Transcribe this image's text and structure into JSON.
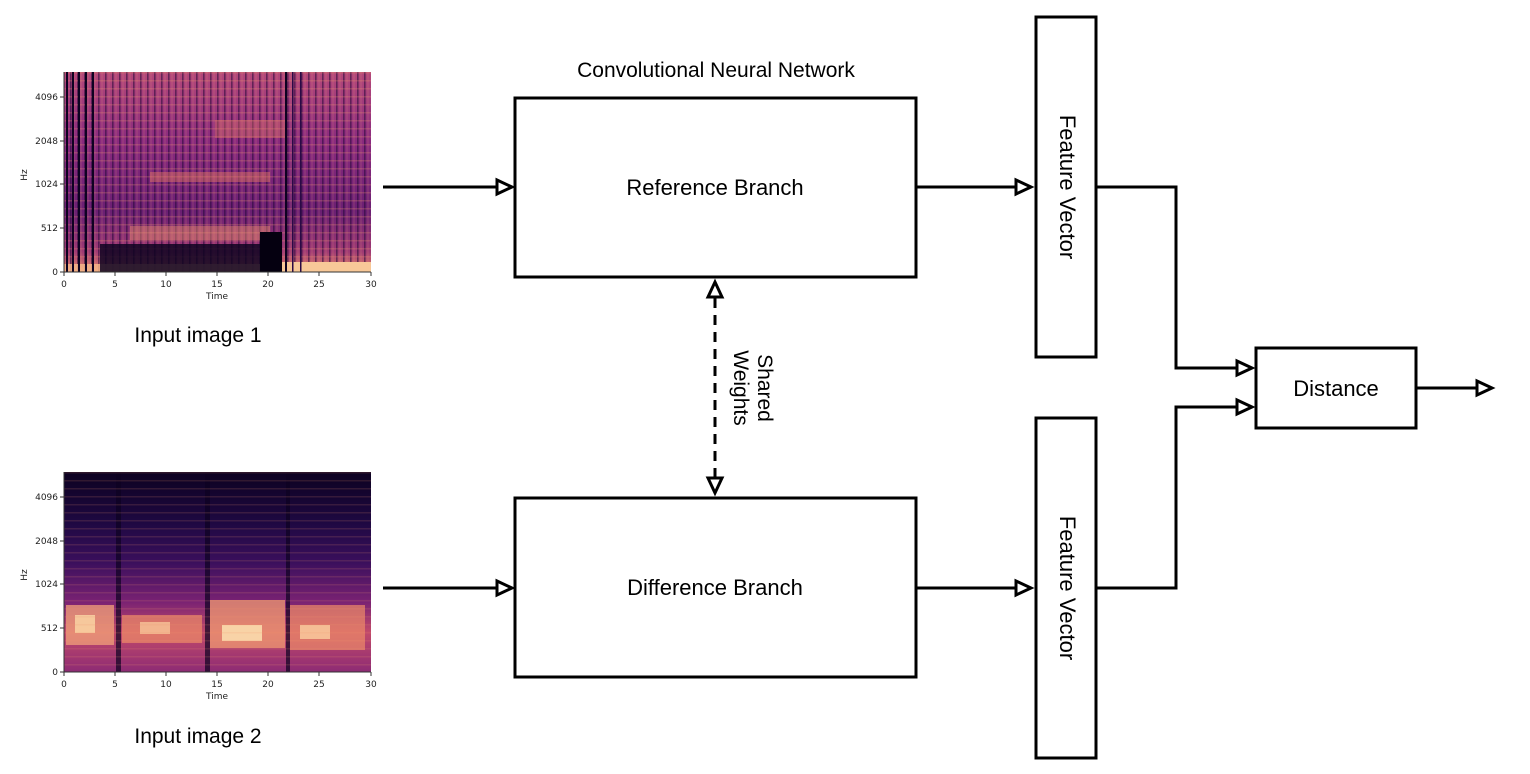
{
  "spectrograms": [
    {
      "caption": "Input image 1",
      "y_axis_label": "Hz",
      "x_axis_label": "Time",
      "y_ticks": [
        "4096",
        "2048",
        "1024",
        "512",
        "0"
      ],
      "x_ticks": [
        "0",
        "5",
        "10",
        "15",
        "20",
        "25",
        "30"
      ]
    },
    {
      "caption": "Input image 2",
      "y_axis_label": "Hz",
      "x_axis_label": "Time",
      "y_ticks": [
        "4096",
        "2048",
        "1024",
        "512",
        "0"
      ],
      "x_ticks": [
        "0",
        "5",
        "10",
        "15",
        "20",
        "25",
        "30"
      ]
    }
  ],
  "network": {
    "title": "Convolutional Neural Network",
    "reference_branch": "Reference Branch",
    "difference_branch": "Difference Branch",
    "shared_weights_line1": "Shared",
    "shared_weights_line2": "Weights"
  },
  "features": {
    "top": "Feature Vector",
    "bottom": "Feature Vector"
  },
  "distance": "Distance",
  "colors": {
    "stroke": "#000000",
    "background": "#ffffff",
    "spectrogram_dark": "#0d0221",
    "spectrogram_mid": "#6b1f73",
    "spectrogram_hot": "#e26855",
    "spectrogram_bright": "#fbd8a6"
  }
}
